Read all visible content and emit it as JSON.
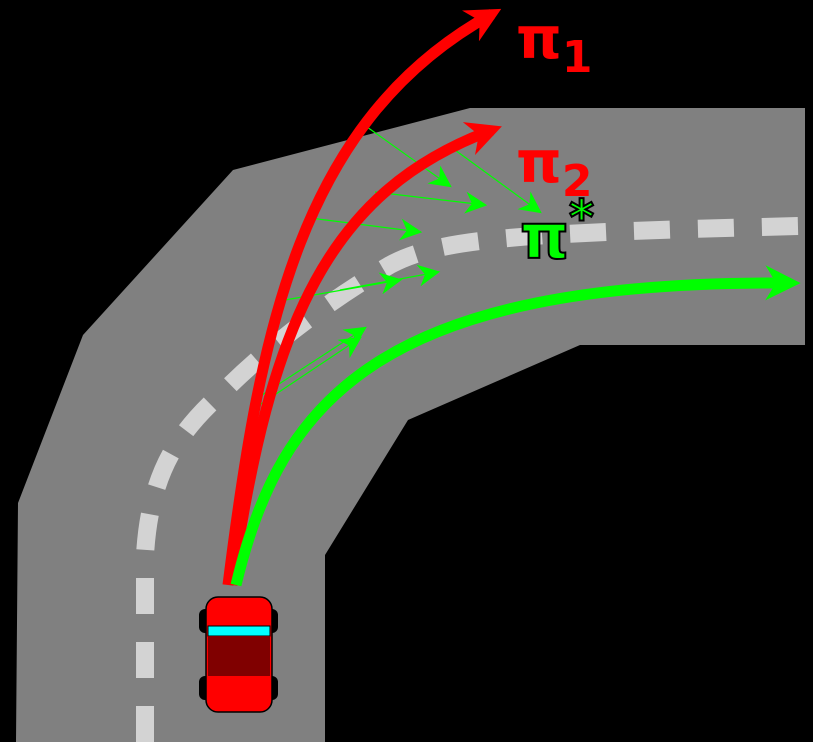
{
  "labels": {
    "pi1_symbol": "π",
    "pi1_sub": "1",
    "pi2_symbol": "π",
    "pi2_sub": "2",
    "pistar_symbol": "π",
    "pistar_sup": "*"
  },
  "colors": {
    "background": "#000000",
    "road": "#808080",
    "lane_marking": "#d3d3d3",
    "policy_red": "#ff0000",
    "policy_green": "#00ff00",
    "car_body": "#ff0000",
    "car_roof": "#800000",
    "car_windshield": "#00ffff",
    "wheel": "#000000"
  },
  "icons": {
    "vehicle": "car-icon"
  }
}
